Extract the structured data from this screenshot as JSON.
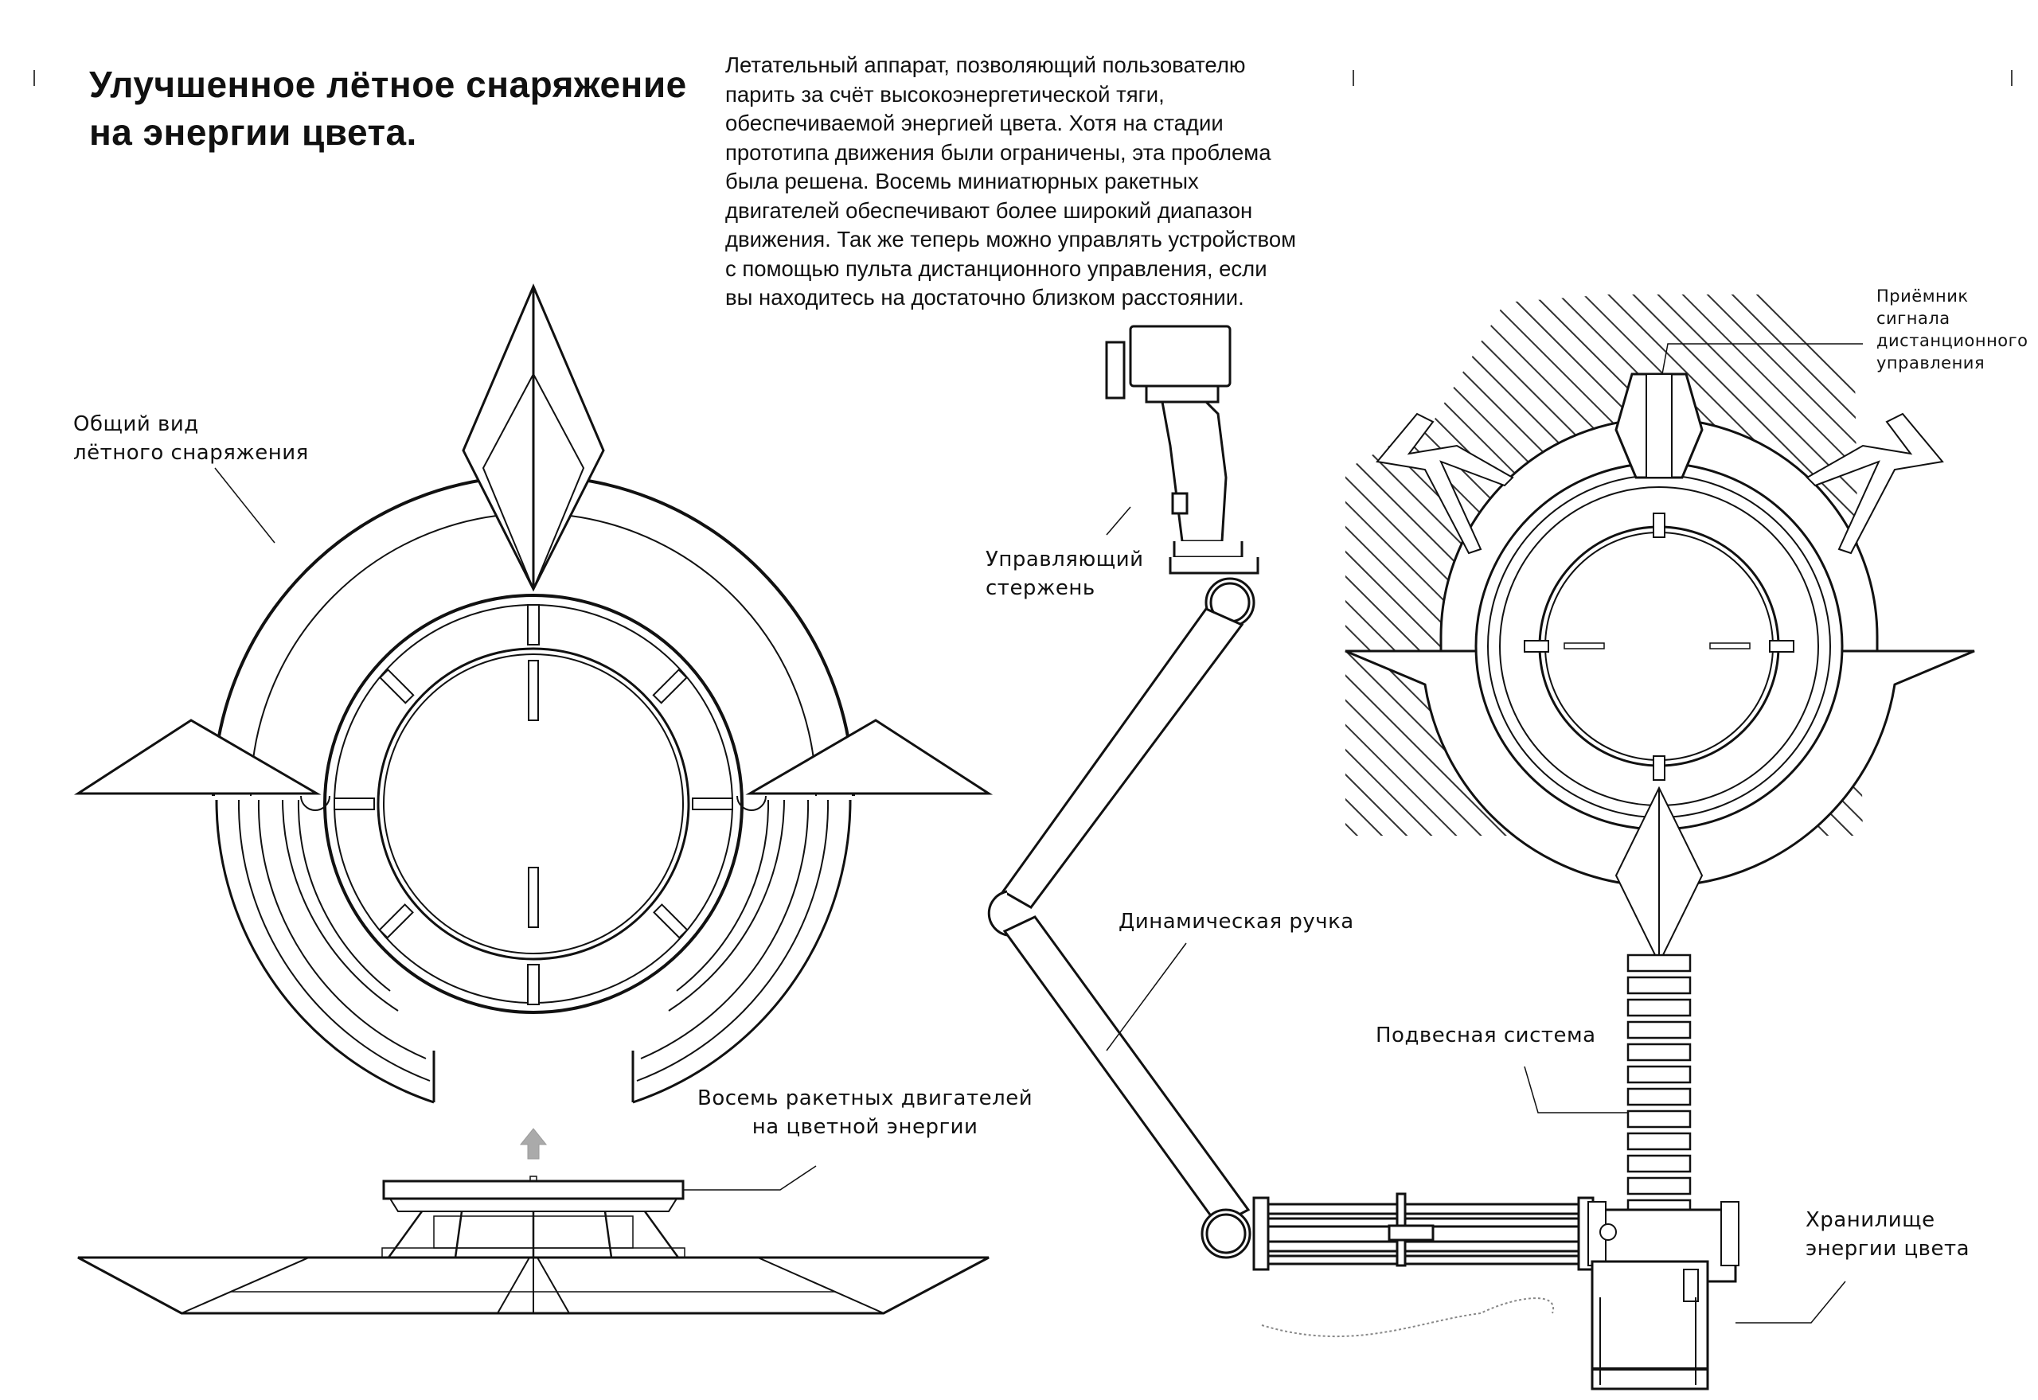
{
  "title": {
    "line1": "Улучшенное лётное снаряжение",
    "line2": "на энергии цвета."
  },
  "description": {
    "lines": [
      "Летательный аппарат, позволяющий пользователю",
      "парить за счёт высокоэнергетической тяги,",
      "обеспечиваемой энергией цвета. Хотя на стадии",
      "прототипа движения были ограничены, эта проблема",
      "была решена. Восемь миниатюрных ракетных",
      "двигателей обеспечивают более широкий диапазон",
      "движения. Так же теперь можно управлять устройством",
      "с помощью пульта дистанционного управления, если",
      "вы находитесь на достаточно близком расстоянии."
    ]
  },
  "callouts": {
    "overview": {
      "line1": "Общий вид",
      "line2": "лётного снаряжения"
    },
    "engines": {
      "line1": "Восемь ракетных двигателей",
      "line2": "на цветной энергии"
    },
    "control_rod": {
      "line1": "Управляющий",
      "line2": "стержень"
    },
    "dynamic_handle": {
      "line1": "Динамическая ручка"
    },
    "suspension": {
      "line1": "Подвесная система"
    },
    "receiver": {
      "line1": "Приёмник",
      "line2": "сигнала",
      "line3": "дистанционного",
      "line4": "управления"
    },
    "storage": {
      "line1": "Хранилище",
      "line2": "энергии цвета"
    }
  },
  "colors": {
    "ink": "#111111",
    "hatch": "#333333",
    "dotted": "#888888",
    "arrow": "#9a9a9a"
  }
}
